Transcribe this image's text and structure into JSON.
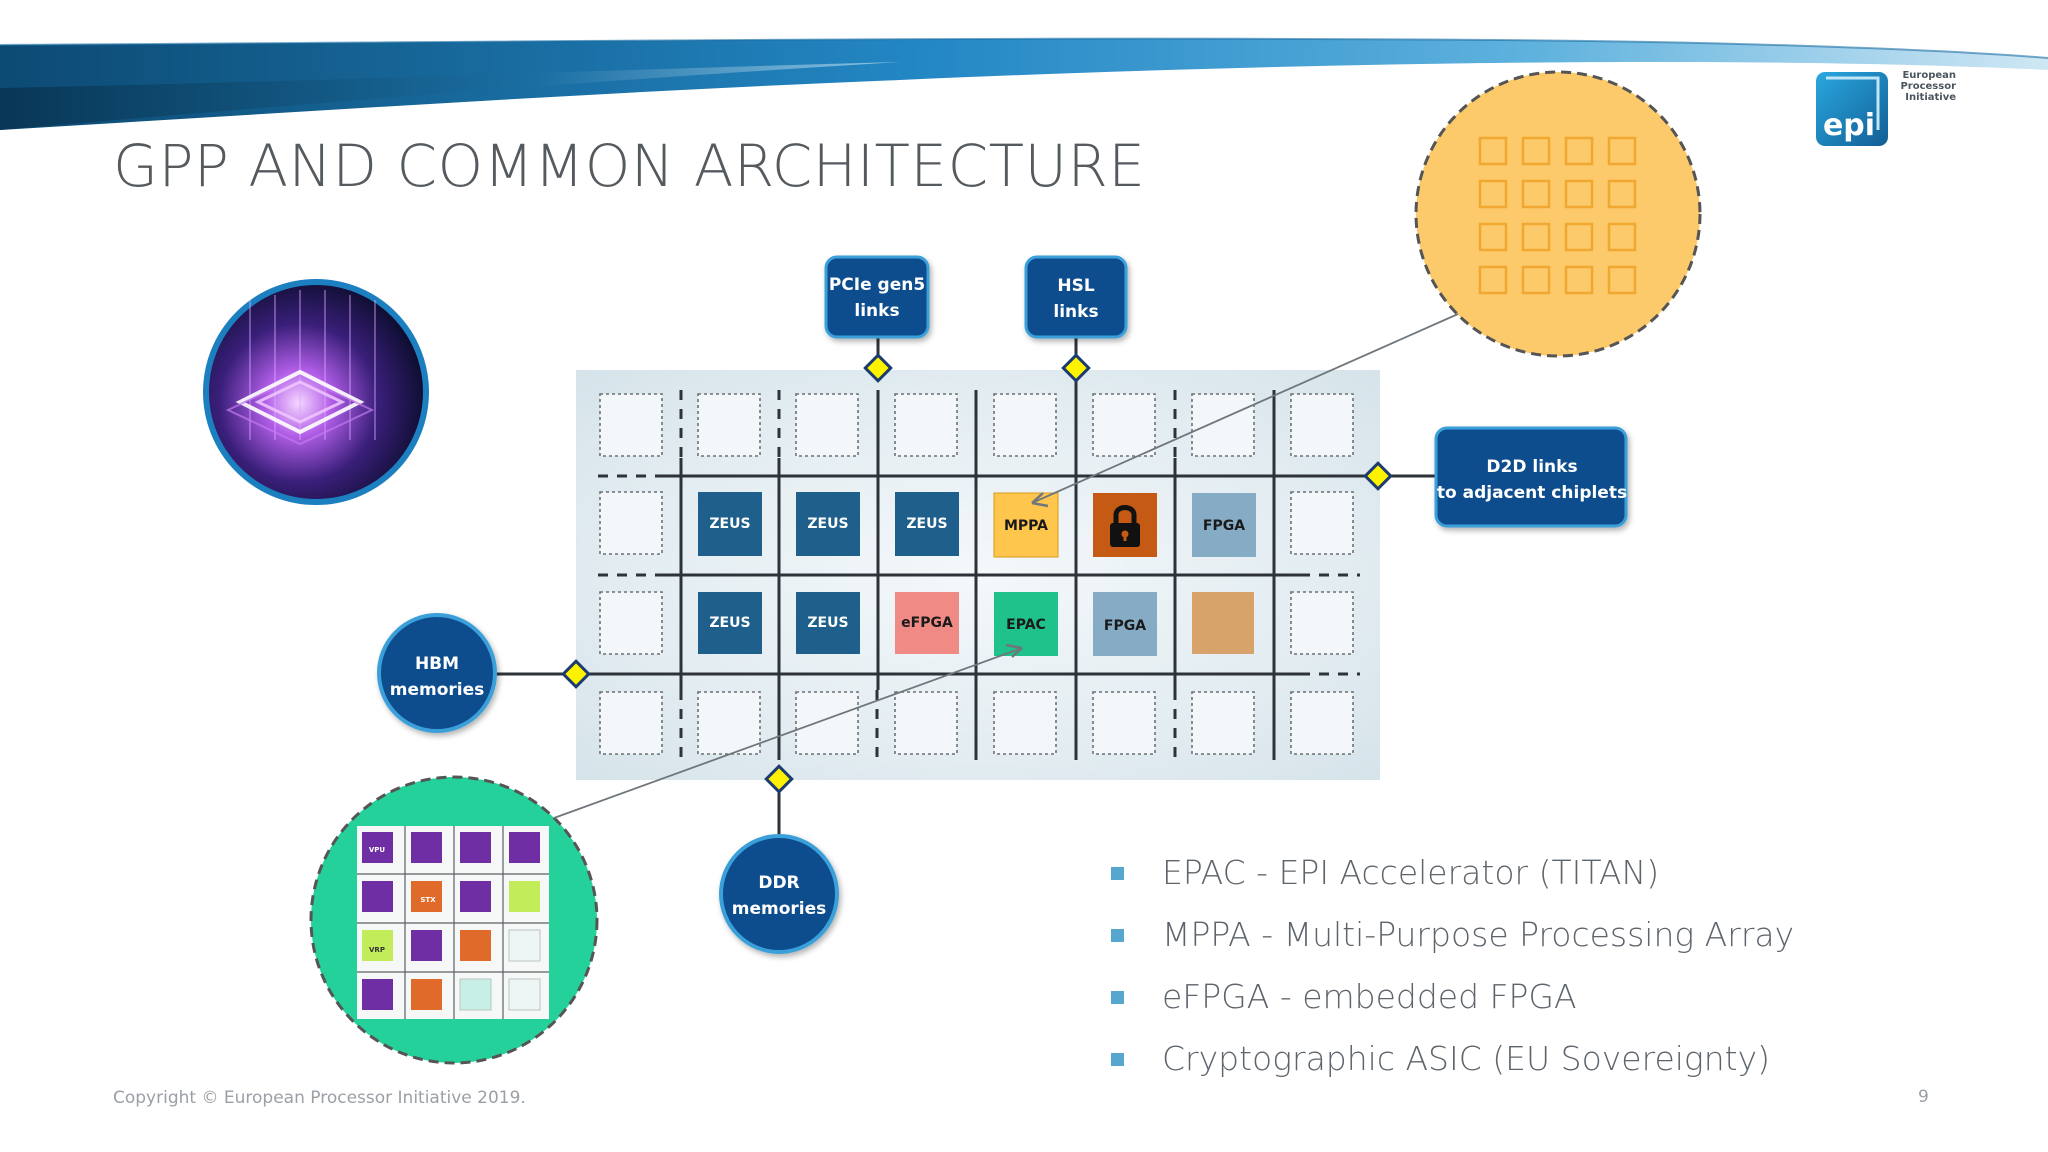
{
  "slide": {
    "title": "GPP AND COMMON ARCHITECTURE",
    "page_number": "9",
    "copyright": "Copyright © European Processor Initiative 2019."
  },
  "logo": {
    "mark": "epi",
    "name_lines": [
      "European",
      "Processor",
      "Initiative"
    ],
    "color": "#1f8fc9"
  },
  "callouts": {
    "pcie": [
      "PCIe gen5",
      "links"
    ],
    "hsl": [
      "HSL",
      "links"
    ],
    "d2d": [
      "D2D links",
      "to adjacent chiplets"
    ],
    "hbm": [
      "HBM",
      "memories"
    ],
    "ddr": [
      "DDR",
      "memories"
    ]
  },
  "chip_tiles": {
    "row1": [
      "ZEUS",
      "ZEUS",
      "ZEUS",
      "MPPA",
      "lock-icon",
      "FPGA"
    ],
    "row2": [
      "ZEUS",
      "ZEUS",
      "eFPGA",
      "EPAC",
      "FPGA",
      ""
    ]
  },
  "epac_detail_labels": [
    "VPU",
    "STX",
    "VRP"
  ],
  "bullets": [
    "EPAC - EPI Accelerator (TITAN)",
    "MPPA - Multi-Purpose Processing Array",
    "eFPGA - embedded FPGA",
    "Cryptographic ASIC (EU Sovereignty)"
  ],
  "colors": {
    "zeus": "#1e5f8c",
    "mppa": "#ffc64d",
    "crypto": "#c45a14",
    "fpga": "#86abc4",
    "efpga": "#f08a84",
    "epac": "#1fc28a",
    "unknown_tile": "#d8a36a",
    "callout": "#0e4d8e",
    "connector": "#fff200",
    "mppa_circle": "#fcc96b",
    "epac_circle": "#25d19a"
  }
}
